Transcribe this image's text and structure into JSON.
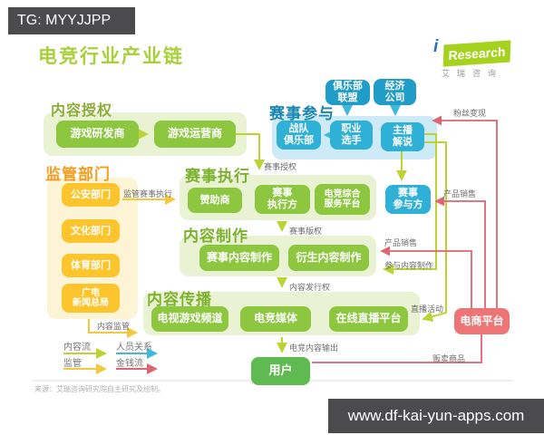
{
  "watermark_top": "TG: MYYJJPP",
  "watermark_bottom": "www.df-kai-yun-apps.com",
  "title": "电竞行业产业链",
  "logo": {
    "i": "i",
    "research": "Research",
    "subtitle": "艾瑞咨询"
  },
  "source": "来源：艾瑞咨询研究院自主研究及绘制。",
  "colors": {
    "content_flow": "#bdd335",
    "people_relation": "#41b8da",
    "regulation": "#f3c83e",
    "money_flow": "#dd6470",
    "green_box": "#8dc63f",
    "yellow_box": "#fcc52d",
    "cyan_box": "#2fb0d6",
    "pink_box": "#ee7576",
    "title_green": "#a9d03c"
  },
  "sections": {
    "content_auth": {
      "header": "内容授权",
      "boxes": [
        "游戏研发商",
        "游戏运营商"
      ]
    },
    "regulators": {
      "header": "监管部门",
      "boxes": [
        "公安部门",
        "文化部门",
        "体育部门",
        "广电\n新闻总局"
      ]
    },
    "participation": {
      "header": "赛事参与",
      "top_boxes": [
        "俱乐部\n联盟",
        "经济\n公司"
      ],
      "boxes": [
        "战队\n俱乐部",
        "职业\n选手",
        "主播\n解说"
      ]
    },
    "execution": {
      "header": "赛事执行",
      "boxes": [
        "赞助商",
        "赛事\n执行方",
        "电竞综合\n服务平台"
      ],
      "outside_box": "赛事\n参与方"
    },
    "production": {
      "header": "内容制作",
      "boxes": [
        "赛事内容制作",
        "衍生内容制作"
      ]
    },
    "distribution": {
      "header": "内容传播",
      "boxes": [
        "电视游戏频道",
        "电竞媒体",
        "在线直播平台"
      ]
    },
    "user": "用户",
    "ecommerce": "电商平台"
  },
  "flow_labels": {
    "event_authorization": "赛事授权",
    "supervise_execution": "监管赛事执行",
    "event_copyright": "赛事版权",
    "content_publish_right": "内容发行权",
    "content_supervision": "内容监管",
    "esports_content_output": "电竞内容输出",
    "fan_monetization": "粉丝变现",
    "product_sales_1": "产品销售",
    "product_sales_2": "产品销售",
    "join_content_production": "参与内容制作",
    "live_activity": "直播活动",
    "sell_goods": "贩卖商品"
  },
  "legend": {
    "items": [
      {
        "label": "内容流",
        "color": "#bdd335"
      },
      {
        "label": "人员关系",
        "color": "#41b8da"
      },
      {
        "label": "监管",
        "color": "#f3c83e"
      },
      {
        "label": "金钱流",
        "color": "#dd6470"
      }
    ]
  }
}
